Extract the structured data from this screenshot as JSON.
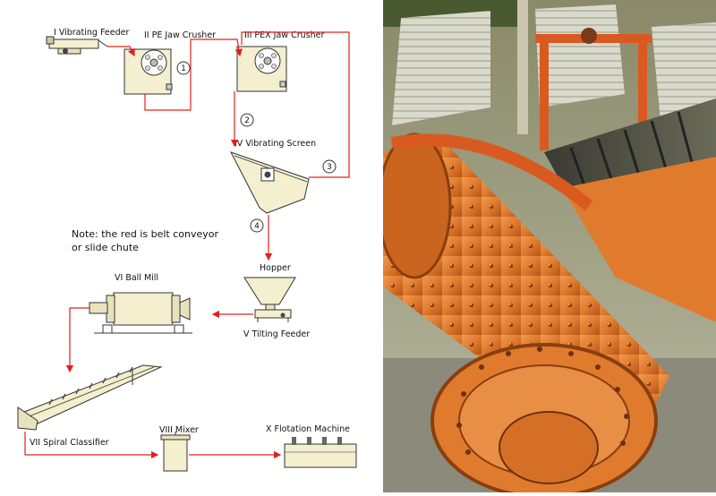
{
  "diagram": {
    "labels": {
      "vibrating_feeder": "I Vibrating Feeder",
      "pe_jaw_crusher": "II PE Jaw Crusher",
      "pex_jaw_crusher": "III PEX Jaw Crusher",
      "vibrating_screen": "IV Vibrating Screen",
      "hopper": "Hopper",
      "tilting_feeder": "V Tilting Feeder",
      "ball_mill": "VI Ball Mill",
      "spiral_classifier": "VII Spiral Classifier",
      "mixer": "VIII Mixer",
      "flotation_machine": "X Flotation Machine"
    },
    "note_line1": "Note: the red is belt conveyor",
    "note_line2": "or slide chute",
    "steps": [
      "1",
      "2",
      "3",
      "4"
    ]
  },
  "colors": {
    "conveyor": "#e02020",
    "machine_fill": "#f3efcf",
    "photo_mill": "#e07b2e"
  }
}
